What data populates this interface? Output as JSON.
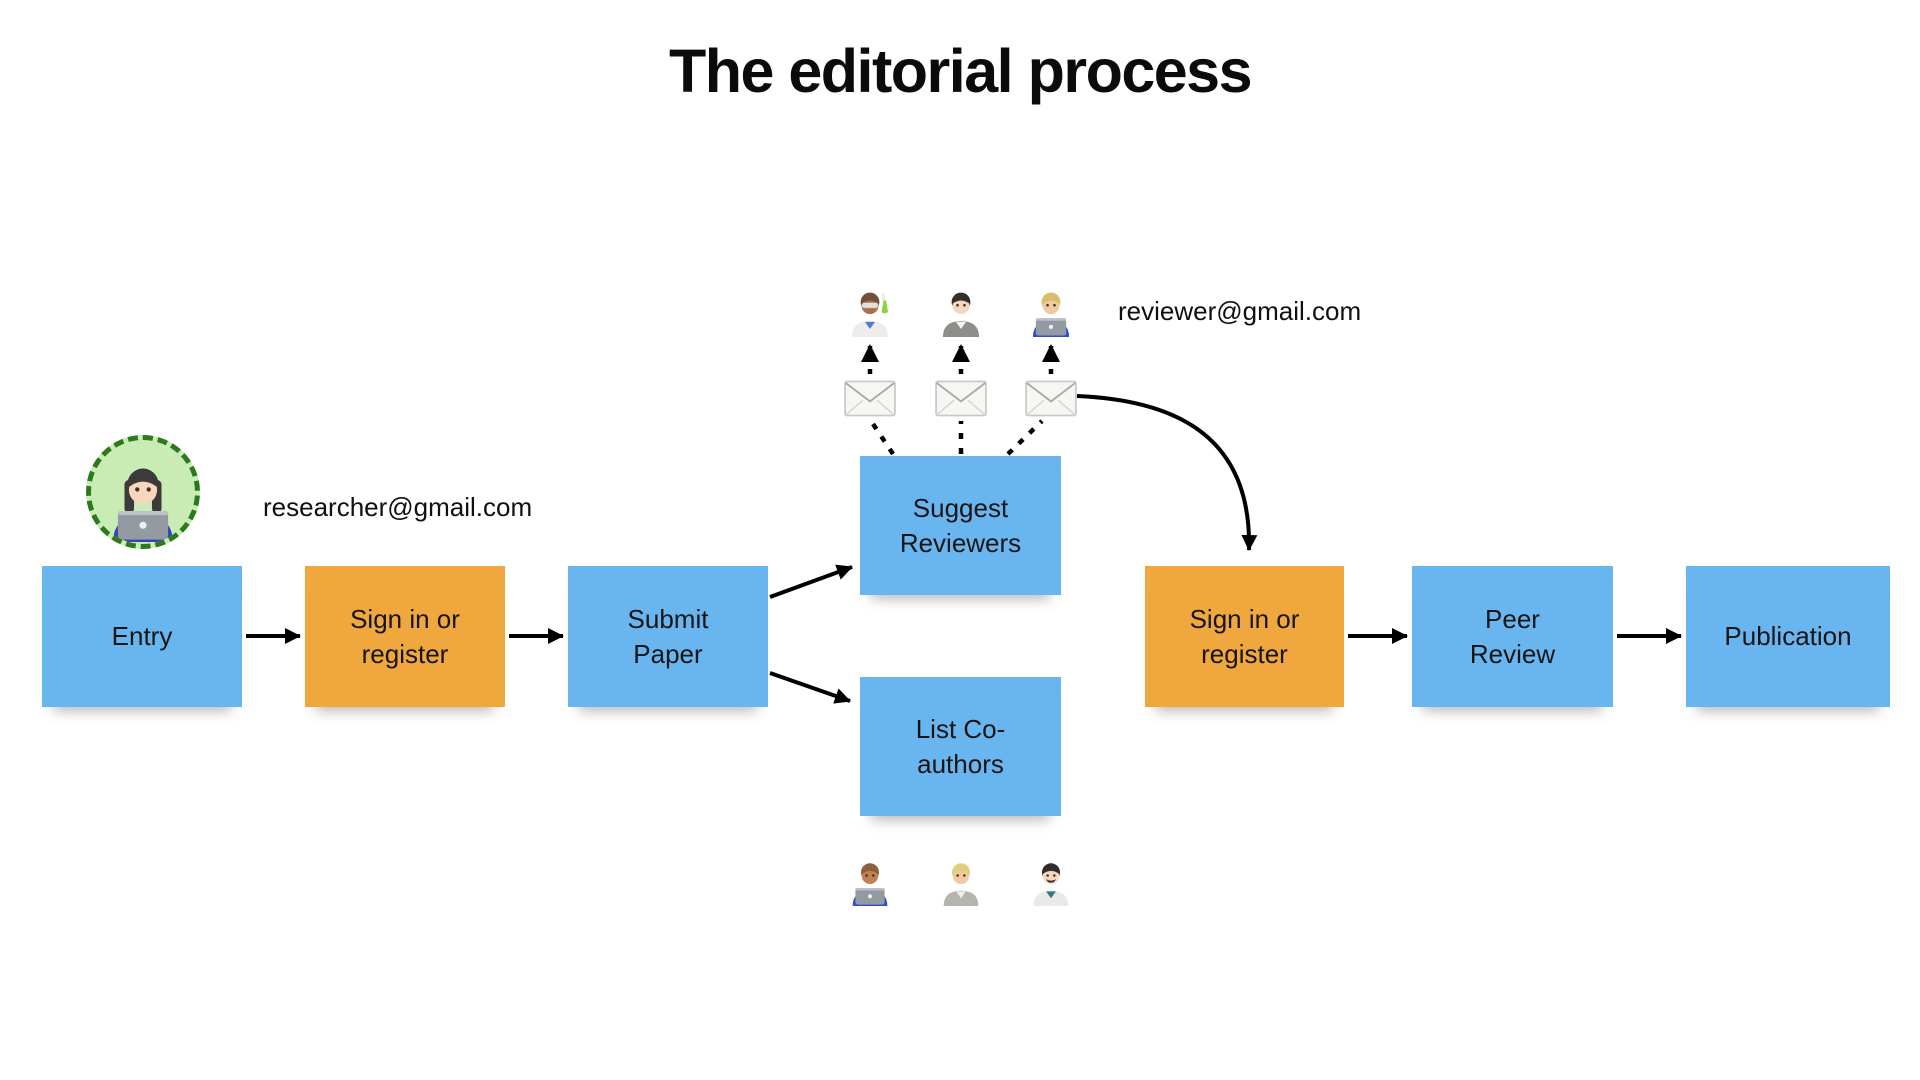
{
  "title": "The editorial process",
  "emails": {
    "researcher": "researcher@gmail.com",
    "reviewer": "reviewer@gmail.com"
  },
  "colors": {
    "node_blue": "#69b5f0",
    "node_orange": "#f0a73e",
    "arrow": "#000000",
    "avatar_bg": "#c9ecb4",
    "avatar_border": "#2b7a1c",
    "background": "#ffffff",
    "text": "#141414"
  },
  "nodes": [
    {
      "id": "entry",
      "label": "Entry",
      "color": "blue"
    },
    {
      "id": "signin-1",
      "label": "Sign in or register",
      "color": "orange"
    },
    {
      "id": "submit-paper",
      "label": "Submit Paper",
      "color": "blue"
    },
    {
      "id": "suggest-reviewers",
      "label": "Suggest Reviewers",
      "color": "blue"
    },
    {
      "id": "list-coauthors",
      "label": "List Co-authors",
      "color": "blue"
    },
    {
      "id": "signin-2",
      "label": "Sign in or register",
      "color": "orange"
    },
    {
      "id": "peer-review",
      "label": "Peer Review",
      "color": "blue"
    },
    {
      "id": "publication",
      "label": "Publication",
      "color": "blue"
    }
  ],
  "people": {
    "avatar": "woman-technologist",
    "reviewers": [
      "man-scientist",
      "person-in-suit",
      "blond-man-technologist"
    ],
    "coauthors": [
      "medium-skin-technologist",
      "blond-person",
      "man-health-worker"
    ]
  },
  "icons": {
    "envelope": "envelope-icon",
    "avatar_ring": "dashed-green-circle"
  },
  "personas": {
    "woman-technologist": {
      "skin": "#f5d7c0",
      "hair": "#3c3a3a",
      "longHair": true,
      "clothes": "#3a3fbf",
      "laptop": true
    },
    "man-scientist": {
      "skin": "#a9714b",
      "hair": "#70503a",
      "clothes": "#ededeb",
      "shirt": "#4d7fd6",
      "goggles": true,
      "flask": true
    },
    "person-in-suit": {
      "skin": "#f5d7c0",
      "hair": "#33302d",
      "clothes": "#8f8f89",
      "shirt": "#f6f6f4"
    },
    "blond-man-technologist": {
      "skin": "#f0c9a3",
      "hair": "#d8be6a",
      "clothes": "#2b50c8",
      "laptop": true
    },
    "medium-skin-technologist": {
      "skin": "#c18156",
      "hair": "#8b5e3c",
      "clothes": "#2b50c8",
      "laptop": true
    },
    "blond-person": {
      "skin": "#f0c9a3",
      "hair": "#e0cd7e",
      "clothes": "#b5b5ae",
      "shirt": "#efefed"
    },
    "man-health-worker": {
      "skin": "#f5d7c0",
      "hair": "#2f2c29",
      "clothes": "#e9e9e6",
      "shirt": "#2f7d8c",
      "mustache": true
    }
  }
}
